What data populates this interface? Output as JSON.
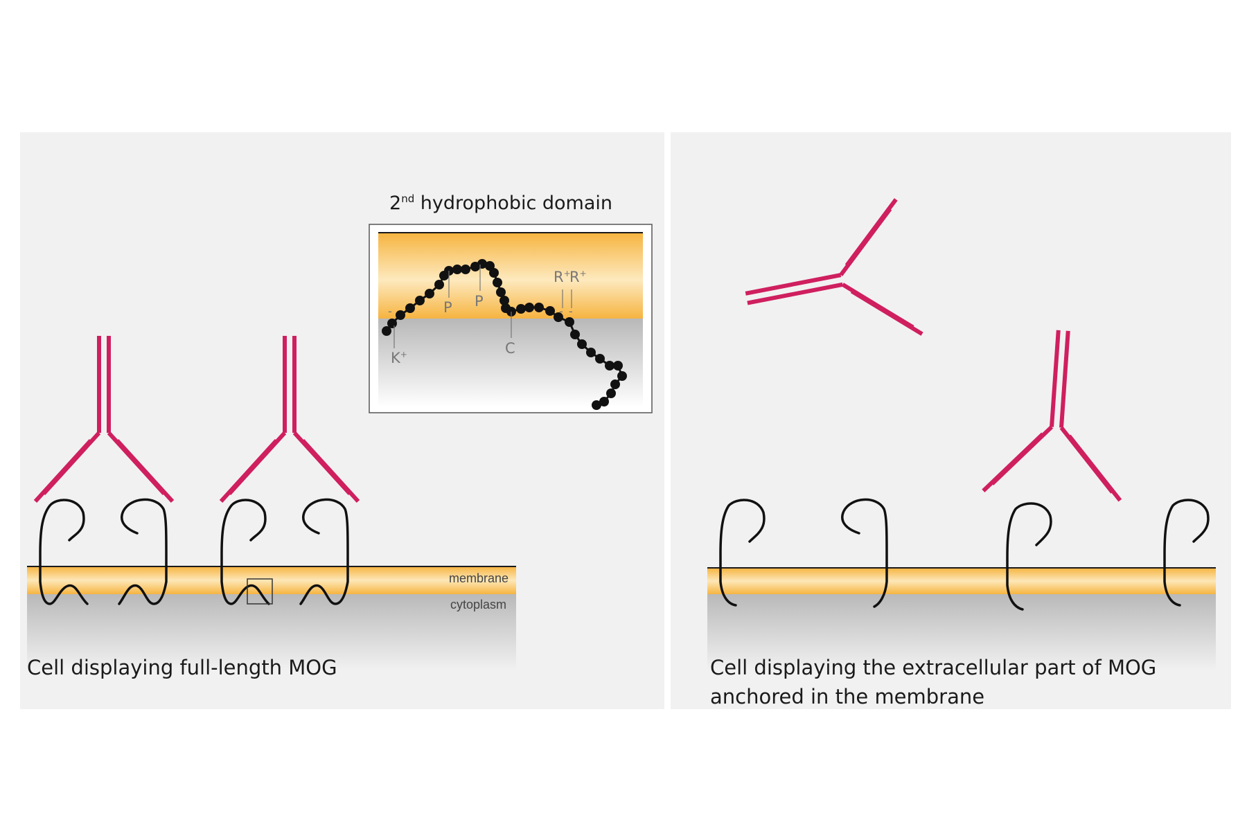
{
  "colors": {
    "antibody": "#cf1f5e",
    "membrane": "#f6b440",
    "cytoplasm": "#b9b9b9",
    "panel_background": "#f1f1f1",
    "protein": "#111111"
  },
  "left_panel": {
    "caption": "Cell displaying full-length MOG",
    "membrane_label": "membrane",
    "cytoplasm_label": "cytoplasm"
  },
  "inset": {
    "title_main": "2",
    "title_sup": "nd",
    "title_rest": " hydrophobic domain",
    "labels": {
      "k": "K",
      "p1": "P",
      "p2": "P",
      "c": "C",
      "r1": "R",
      "r2": "R",
      "plus": "+",
      "minus": "-"
    }
  },
  "right_panel": {
    "caption_line1": "Cell displaying the extracellular part of MOG",
    "caption_line2": "anchored in the membrane"
  },
  "icons": [
    "antibody-icon",
    "mog-protein-icon",
    "amino-acid-chain-icon"
  ]
}
